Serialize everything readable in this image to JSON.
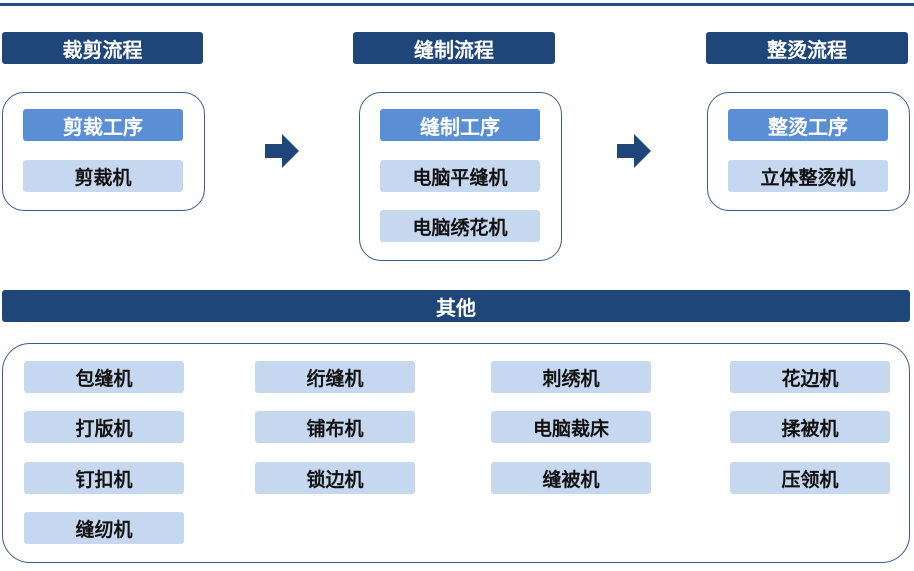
{
  "processes": [
    {
      "title": "裁剪流程",
      "step": "剪裁工序",
      "machines": [
        "剪裁机"
      ]
    },
    {
      "title": "缝制流程",
      "step": "缝制工序",
      "machines": [
        "电脑平缝机",
        "电脑绣花机"
      ]
    },
    {
      "title": "整烫流程",
      "step": "整烫工序",
      "machines": [
        "立体整烫机"
      ]
    }
  ],
  "other": {
    "title": "其他",
    "columns": [
      [
        "包缝机",
        "打版机",
        "钉扣机",
        "缝纫机"
      ],
      [
        "绗缝机",
        "铺布机",
        "锁边机"
      ],
      [
        "刺绣机",
        "电脑裁床",
        "缝被机"
      ],
      [
        "花边机",
        "揉被机",
        "压领机"
      ]
    ]
  },
  "colors": {
    "header": "#1F4679",
    "step": "#5A8FD6",
    "machine": "#C6D7F0",
    "arrow": "#1F4679"
  }
}
